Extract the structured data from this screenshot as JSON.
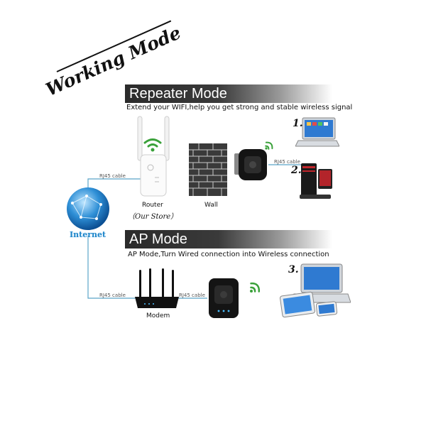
{
  "title": "Working Mode",
  "repeater": {
    "heading": "Repeater Mode",
    "caption": "Extend your WIFI,help you get strong and stable wireless signal"
  },
  "ap": {
    "heading": "AP Mode",
    "caption": "AP Mode,Turn Wired connection into Wireless connection"
  },
  "cables": {
    "router": "RJ45 cable",
    "pc": "RJ45 cable",
    "modem": "RJ45 cable",
    "ap_repeater": "RJ45 cable"
  },
  "labels": {
    "router": "Router",
    "our_store": "（Our Store）",
    "wall": "Wall",
    "modem": "Modem",
    "internet": "Internet"
  },
  "numbers": {
    "n1": "1.",
    "n2": "2.",
    "n3": "3."
  },
  "colors": {
    "wifi": "#3aa13a",
    "cable": "#5aa5c8",
    "banner_dark": "#2b2b2b",
    "internet_blue": "#1f86c9"
  }
}
